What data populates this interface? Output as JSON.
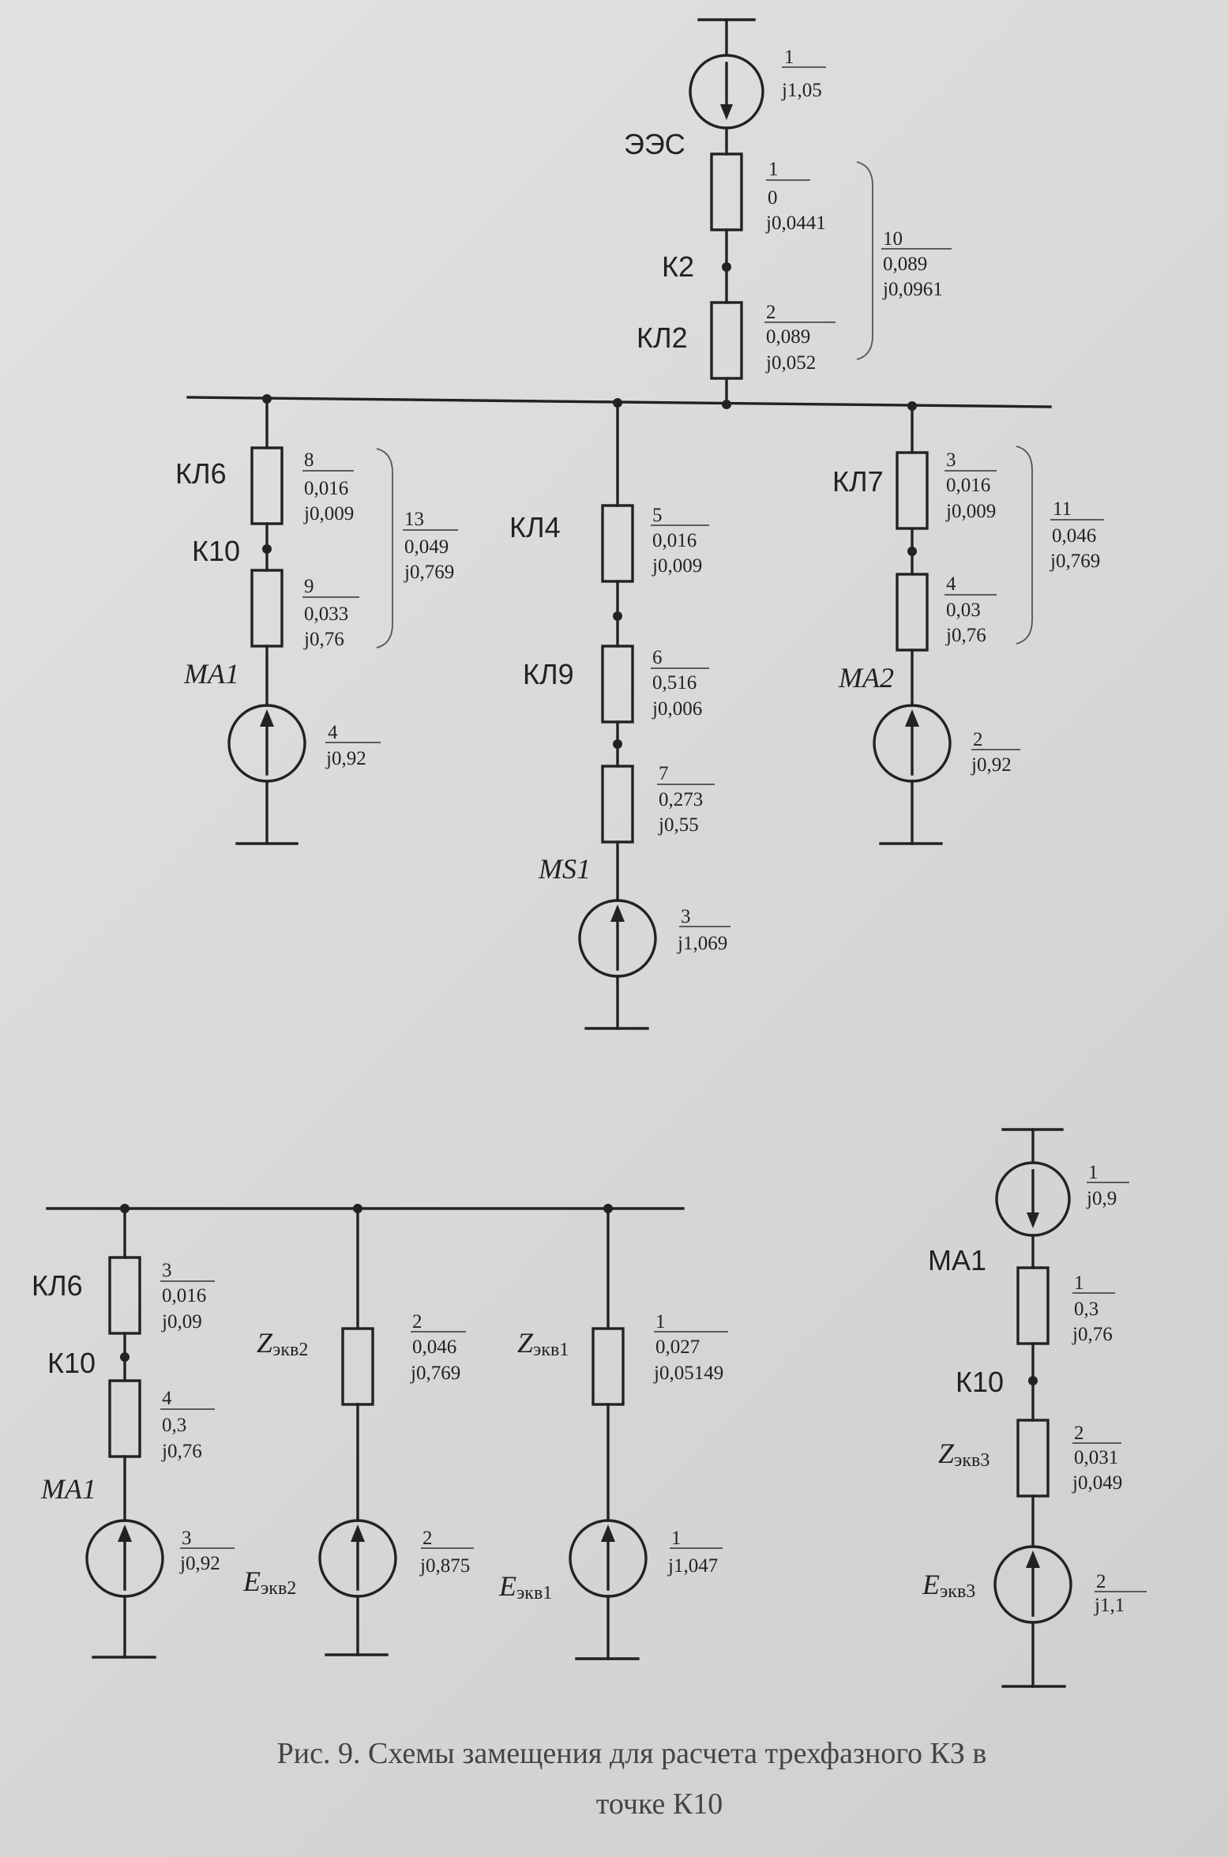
{
  "figure": {
    "caption_line1": "Рис. 9. Схемы замещения для расчета трехфазного КЗ в",
    "caption_line2": "точке К10"
  },
  "schemes": [
    {
      "id": "main",
      "nodes": [
        {
          "id": "ees",
          "label": "ЭЭС",
          "kind": "source-down",
          "num": "1",
          "values": [
            "j1,05"
          ]
        },
        {
          "id": "r1",
          "kind": "resistor",
          "num": "1",
          "values": [
            "0",
            "j0,0441"
          ]
        },
        {
          "id": "k2",
          "label": "К2",
          "kind": "junction"
        },
        {
          "id": "r2",
          "label": "КЛ2",
          "kind": "resistor",
          "num": "2",
          "values": [
            "0,089",
            "j0,052"
          ]
        },
        {
          "id": "g10",
          "kind": "group",
          "num": "10",
          "values": [
            "0,089",
            "j0,0961"
          ]
        },
        {
          "id": "r8",
          "label": "КЛ6",
          "kind": "resistor",
          "num": "8",
          "values": [
            "0,016",
            "j0,009"
          ]
        },
        {
          "id": "k10",
          "label": "К10",
          "kind": "junction"
        },
        {
          "id": "r9",
          "kind": "resistor",
          "num": "9",
          "values": [
            "0,033",
            "j0,76"
          ]
        },
        {
          "id": "g13",
          "kind": "group",
          "num": "13",
          "values": [
            "0,049",
            "j0,769"
          ]
        },
        {
          "id": "ma1",
          "label": "MA1",
          "kind": "source-up",
          "num": "4",
          "values": [
            "j0,92"
          ]
        },
        {
          "id": "r5",
          "label": "КЛ4",
          "kind": "resistor",
          "num": "5",
          "values": [
            "0,016",
            "j0,009"
          ]
        },
        {
          "id": "r6",
          "label": "КЛ9",
          "kind": "resistor",
          "num": "6",
          "values": [
            "0,516",
            "j0,006"
          ]
        },
        {
          "id": "r7",
          "kind": "resistor",
          "num": "7",
          "values": [
            "0,273",
            "j0,55"
          ]
        },
        {
          "id": "ms1",
          "label": "MS1",
          "kind": "source-up",
          "num": "3",
          "values": [
            "j1,069"
          ]
        },
        {
          "id": "r3",
          "label": "КЛ7",
          "kind": "resistor",
          "num": "3",
          "values": [
            "0,016",
            "j0,009"
          ]
        },
        {
          "id": "r4",
          "kind": "resistor",
          "num": "4",
          "values": [
            "0,03",
            "j0,76"
          ]
        },
        {
          "id": "g11",
          "kind": "group",
          "num": "11",
          "values": [
            "0,046",
            "j0,769"
          ]
        },
        {
          "id": "ma2",
          "label": "MA2",
          "kind": "source-up",
          "num": "2",
          "values": [
            "j0,92"
          ]
        }
      ]
    },
    {
      "id": "equivalent",
      "nodes": [
        {
          "id": "e_r3",
          "label": "КЛ6",
          "kind": "resistor",
          "num": "3",
          "values": [
            "0,016",
            "j0,09"
          ]
        },
        {
          "id": "e_k10",
          "label": "К10",
          "kind": "junction"
        },
        {
          "id": "e_r4",
          "kind": "resistor",
          "num": "4",
          "values": [
            "0,3",
            "j0,76"
          ]
        },
        {
          "id": "e_ma1",
          "label": "MA1",
          "kind": "source-up",
          "num": "3",
          "values": [
            "j0,92"
          ]
        },
        {
          "id": "e_z2",
          "label": "Z",
          "label_sub": "экв2",
          "kind": "resistor",
          "num": "2",
          "values": [
            "0,046",
            "j0,769"
          ]
        },
        {
          "id": "e_e2",
          "label": "E",
          "label_sub": "экв2",
          "kind": "source-up",
          "num": "2",
          "values": [
            "j0,875"
          ]
        },
        {
          "id": "e_z1",
          "label": "Z",
          "label_sub": "экв1",
          "kind": "resistor",
          "num": "1",
          "values": [
            "0,027",
            "j0,05149"
          ]
        },
        {
          "id": "e_e1",
          "label": "E",
          "label_sub": "экв1",
          "kind": "source-up",
          "num": "1",
          "values": [
            "j1,047"
          ]
        }
      ]
    },
    {
      "id": "final",
      "nodes": [
        {
          "id": "f_s1",
          "kind": "source-down",
          "num": "1",
          "values": [
            "j0,9"
          ]
        },
        {
          "id": "f_r1",
          "label": "MA1",
          "kind": "resistor",
          "num": "1",
          "values": [
            "0,3",
            "j0,76"
          ]
        },
        {
          "id": "f_k10",
          "label": "К10",
          "kind": "junction"
        },
        {
          "id": "f_z3",
          "label": "Z",
          "label_sub": "экв3",
          "kind": "resistor",
          "num": "2",
          "values": [
            "0,031",
            "j0,049"
          ]
        },
        {
          "id": "f_e3",
          "label": "E",
          "label_sub": "экв3",
          "kind": "source-up",
          "num": "2",
          "values": [
            "j1,1"
          ]
        }
      ]
    }
  ],
  "connections": [
    {
      "from": "ees",
      "to": "r1"
    },
    {
      "from": "r1",
      "to": "k2"
    },
    {
      "from": "k2",
      "to": "r2"
    },
    {
      "from": "r8",
      "to": "k10"
    },
    {
      "from": "k10",
      "to": "r9"
    },
    {
      "from": "r9",
      "to": "ma1"
    },
    {
      "from": "r5",
      "to": "r6"
    },
    {
      "from": "r6",
      "to": "r7"
    },
    {
      "from": "r7",
      "to": "ms1"
    },
    {
      "from": "r3",
      "to": "r4"
    },
    {
      "from": "r4",
      "to": "ma2"
    },
    {
      "from": "e_r3",
      "to": "e_k10"
    },
    {
      "from": "e_k10",
      "to": "e_r4"
    },
    {
      "from": "e_r4",
      "to": "e_ma1"
    },
    {
      "from": "e_z2",
      "to": "e_e2"
    },
    {
      "from": "e_z1",
      "to": "e_e1"
    },
    {
      "from": "f_s1",
      "to": "f_r1"
    },
    {
      "from": "f_r1",
      "to": "f_k10"
    },
    {
      "from": "f_k10",
      "to": "f_z3"
    },
    {
      "from": "f_z3",
      "to": "f_e3"
    }
  ]
}
